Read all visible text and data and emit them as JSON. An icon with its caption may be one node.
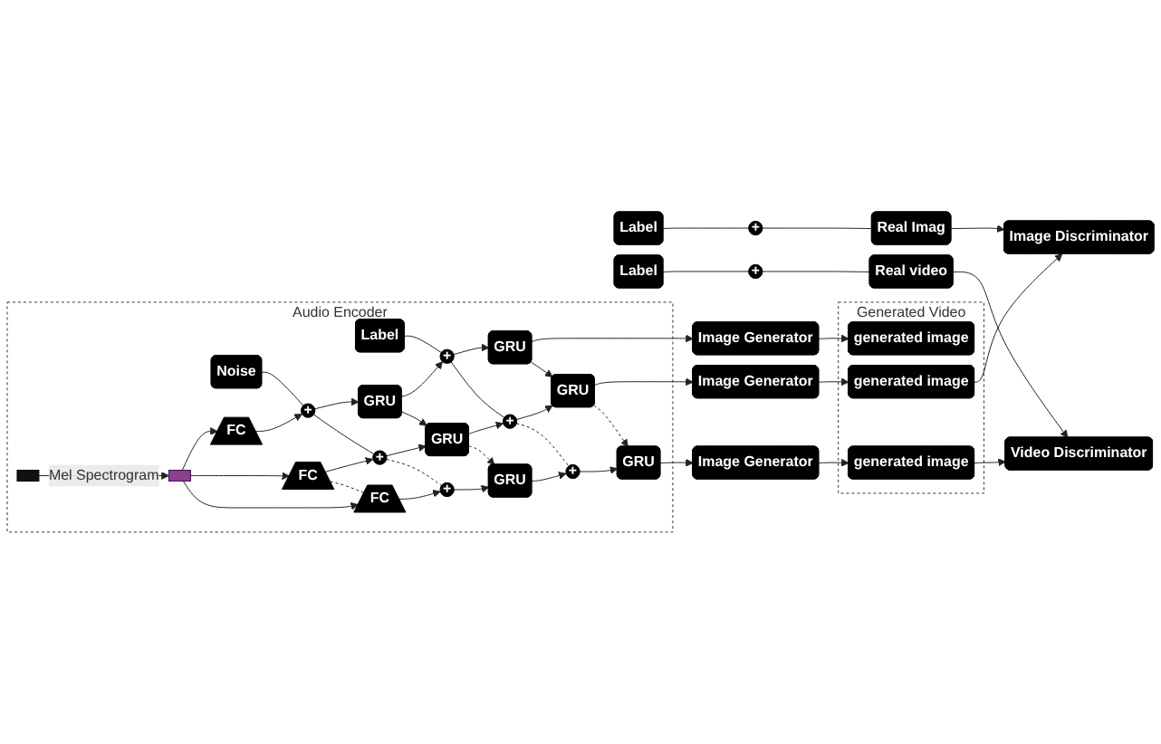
{
  "diagram": {
    "nodes": [
      {
        "text": [
          "Audio Encoder"
        ]
      },
      {
        "text": [],
        "shape": "box",
        "in": 0
      },
      {
        "text": [],
        "shape": "box",
        "in": 0
      },
      {
        "text": [
          "FC"
        ],
        "in": 0
      },
      {
        "text": [
          "FC"
        ],
        "in": 0
      },
      {
        "text": [
          "FC"
        ],
        "in": 0
      },
      {
        "text": [
          "Noise"
        ],
        "in": 0
      },
      {
        "text": [
          "Label"
        ],
        "in": 0
      },
      {
        "text": [
          "+"
        ],
        "in": 0
      },
      {
        "text": [
          "+"
        ],
        "in": 0
      },
      {
        "text": [
          "+"
        ],
        "in": 0
      },
      {
        "text": [
          "GRU"
        ],
        "in": 0
      },
      {
        "text": [
          "GRU"
        ],
        "in": 0
      },
      {
        "text": [
          "GRU"
        ],
        "in": 0
      },
      {
        "text": [
          "+"
        ],
        "in": 0
      },
      {
        "text": [
          "+"
        ],
        "in": 0
      },
      {
        "text": [
          "+"
        ],
        "in": 0
      },
      {
        "text": [
          "GRU"
        ],
        "in": 0
      },
      {
        "text": [
          "GRU"
        ],
        "in": 0
      },
      {
        "text": [
          "GRU"
        ],
        "in": 0
      },
      {
        "text": [
          "Image Generator"
        ]
      },
      {
        "text": [
          "Image Generator"
        ]
      },
      {
        "text": [
          "Image Generator"
        ]
      },
      {
        "text": [
          "Generated Video"
        ]
      },
      {
        "text": [
          "generated image"
        ],
        "in": 23
      },
      {
        "text": [
          "generated image"
        ],
        "in": 23
      },
      {
        "text": [
          "generated image"
        ],
        "in": 23
      },
      {
        "text": [
          "Image Discriminator"
        ]
      },
      {
        "text": [
          "Real Imag"
        ]
      },
      {
        "text": [
          "+"
        ]
      },
      {
        "text": [
          "Label"
        ]
      },
      {
        "text": [
          "Video Discriminator"
        ]
      },
      {
        "text": [
          "Real video"
        ]
      },
      {
        "text": [
          "+"
        ]
      },
      {
        "text": [
          "Label"
        ]
      }
    ],
    "edges": [
      {
        "from": 1,
        "to": 2,
        "arrow": "to",
        "label": "Mel Spectrogram"
      },
      {
        "from": 2,
        "to": 3,
        "arrow": "to"
      },
      {
        "from": 2,
        "to": 4,
        "arrow": "to"
      },
      {
        "from": 2,
        "to": 5,
        "arrow": "to"
      },
      {
        "from": 4,
        "to": 5,
        "arrow": "none",
        "style": "dashed"
      },
      {
        "from": 3,
        "to": 8,
        "arrow": "to"
      },
      {
        "from": 4,
        "to": 9,
        "arrow": "to"
      },
      {
        "from": 5,
        "to": 10,
        "arrow": "to"
      },
      {
        "from": 6,
        "to": 8,
        "arrow": "none"
      },
      {
        "from": 8,
        "to": 9,
        "arrow": "none"
      },
      {
        "from": 9,
        "to": 10,
        "arrow": "none",
        "style": "dashed"
      },
      {
        "from": 8,
        "to": 11,
        "arrow": "to"
      },
      {
        "from": 9,
        "to": 12,
        "arrow": "to"
      },
      {
        "from": 10,
        "to": 13,
        "arrow": "to"
      },
      {
        "from": 11,
        "to": 12,
        "arrow": "to"
      },
      {
        "from": 12,
        "to": 13,
        "arrow": "to",
        "style": "dashed"
      },
      {
        "from": 11,
        "to": 14,
        "arrow": "to"
      },
      {
        "from": 12,
        "to": 15,
        "arrow": "to"
      },
      {
        "from": 13,
        "to": 16,
        "arrow": "to"
      },
      {
        "from": 7,
        "to": 14,
        "arrow": "none"
      },
      {
        "from": 14,
        "to": 15,
        "arrow": "none"
      },
      {
        "from": 15,
        "to": 16,
        "arrow": "none",
        "style": "dashed"
      },
      {
        "from": 14,
        "to": 17,
        "arrow": "to"
      },
      {
        "from": 15,
        "to": 18,
        "arrow": "to"
      },
      {
        "from": 16,
        "to": 19,
        "arrow": "to"
      },
      {
        "from": 17,
        "to": 18,
        "arrow": "to"
      },
      {
        "from": 18,
        "to": 19,
        "arrow": "to",
        "style": "dashed"
      },
      {
        "from": 17,
        "to": 20,
        "arrow": "to"
      },
      {
        "from": 18,
        "to": 21,
        "arrow": "to"
      },
      {
        "from": 19,
        "to": 22,
        "arrow": "to"
      },
      {
        "from": 20,
        "to": 24,
        "arrow": "to"
      },
      {
        "from": 21,
        "to": 25,
        "arrow": "to"
      },
      {
        "from": 22,
        "to": 26,
        "arrow": "to"
      },
      {
        "from": 25,
        "to": 27,
        "arrow": "to"
      },
      {
        "from": 28,
        "to": 27,
        "arrow": "to"
      },
      {
        "from": 30,
        "to": 29,
        "arrow": "none"
      },
      {
        "from": 29,
        "to": 28,
        "arrow": "none"
      },
      {
        "from": 26,
        "to": 31,
        "arrow": "to"
      },
      {
        "from": 32,
        "to": 31,
        "arrow": "to"
      },
      {
        "from": 34,
        "to": 33,
        "arrow": "none"
      },
      {
        "from": 33,
        "to": 32,
        "arrow": "none"
      }
    ]
  }
}
